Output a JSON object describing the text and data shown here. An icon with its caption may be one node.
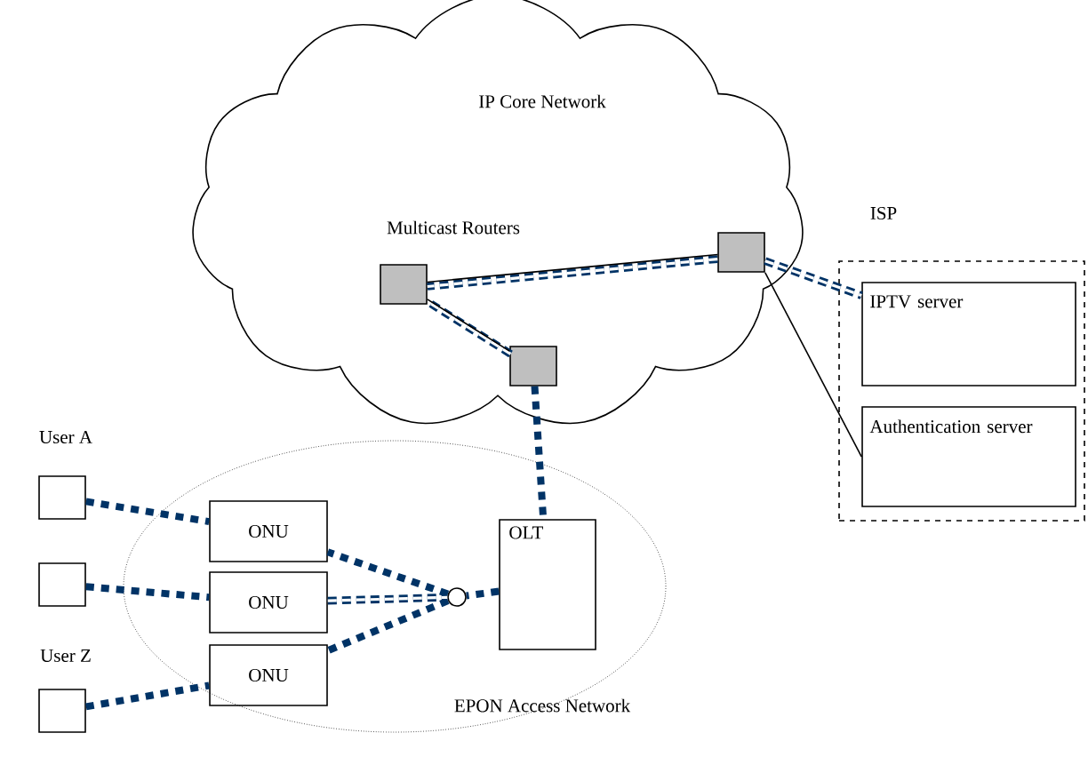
{
  "diagram": {
    "nodes": [
      {
        "text": [
          "IP Core Network"
        ]
      },
      {
        "text": [],
        "shape": "box",
        "in": 0
      },
      {
        "text": [],
        "shape": "box",
        "in": 0
      },
      {
        "text": [],
        "shape": "box",
        "in": 0
      },
      {
        "text": [
          "ISP"
        ]
      },
      {
        "text": [
          "IPTV server"
        ],
        "in": 4
      },
      {
        "text": [
          "Authentication server"
        ],
        "in": 4
      },
      {
        "text": [
          "EPON Access Network"
        ]
      },
      {
        "text": [
          "OLT"
        ],
        "in": 7
      },
      {
        "text": [],
        "shape": "circle",
        "in": 7
      },
      {
        "text": [
          "ONU"
        ],
        "in": 7
      },
      {
        "text": [
          "ONU"
        ],
        "in": 7
      },
      {
        "text": [
          "ONU"
        ],
        "in": 7
      },
      {
        "text": [],
        "shape": "box",
        "beside": [
          "User A"
        ]
      },
      {
        "text": [],
        "shape": "box"
      },
      {
        "text": [],
        "shape": "box",
        "beside": [
          "User Z"
        ]
      }
    ],
    "edges": [
      {
        "from": 2,
        "to": 1,
        "arrow": "none",
        "style": "dashed"
      },
      {
        "from": 1,
        "to": 3,
        "arrow": "none",
        "style": "dashed"
      },
      {
        "from": 2,
        "to": 5,
        "arrow": "none",
        "style": "dashed"
      },
      {
        "from": 6,
        "to": 2,
        "arrow": "none",
        "color": "#000000"
      },
      {
        "from": 2,
        "to": 1,
        "arrow": "none",
        "color": "#000000"
      },
      {
        "from": 1,
        "to": 3,
        "arrow": "none",
        "color": "#000000"
      },
      {
        "from": 3,
        "to": 8,
        "arrow": "none",
        "style": "dashed"
      },
      {
        "from": 8,
        "to": 9,
        "arrow": "none",
        "style": "dashed"
      },
      {
        "from": 9,
        "to": 10,
        "arrow": "none",
        "style": "dashed"
      },
      {
        "from": 9,
        "to": 12,
        "arrow": "none",
        "style": "dashed"
      },
      {
        "from": 11,
        "to": 9,
        "arrow": "none",
        "style": "dashed"
      },
      {
        "from": 13,
        "to": 10,
        "arrow": "none",
        "style": "dashed"
      },
      {
        "from": 14,
        "to": 11,
        "arrow": "none",
        "style": "dashed"
      },
      {
        "from": 15,
        "to": 12,
        "arrow": "none",
        "style": "dashed"
      }
    ],
    "labels": [
      "Multicast Routers"
    ]
  }
}
